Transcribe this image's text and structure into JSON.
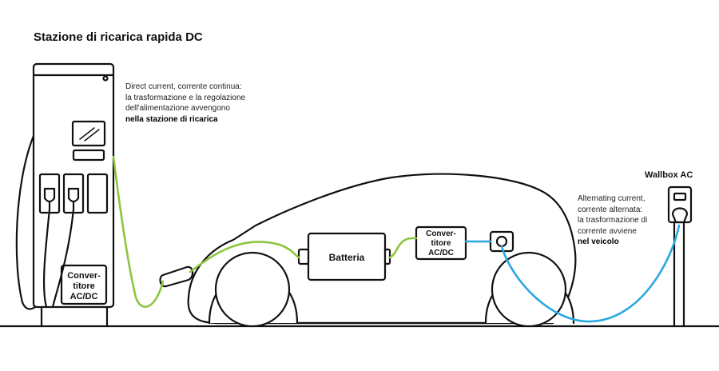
{
  "title": "Stazione di ricarica rapida DC",
  "dc_note": {
    "line1": "Direct current, corrente continua:",
    "line2": "la trasformazione e la regolazione",
    "line3": "dell'alimentazione avvengono",
    "bold": "nella stazione di ricarica"
  },
  "station": {
    "converter_line1": "Conver-",
    "converter_line2": "titore",
    "converter_line3": "AC/DC"
  },
  "car": {
    "battery": "Batteria",
    "converter_line1": "Conver-",
    "converter_line2": "titore",
    "converter_line3": "AC/DC"
  },
  "wallbox": {
    "title": "Wallbox AC",
    "note_line1": "Alternating current,",
    "note_line2": "corrente alternata:",
    "note_line3": "la trasformazione di",
    "note_line4": "corrente avviene",
    "note_bold": "nel veicolo"
  },
  "colors": {
    "dc_cable": "#8cc63f",
    "ac_cable": "#29a8e0",
    "line": "#111111"
  }
}
